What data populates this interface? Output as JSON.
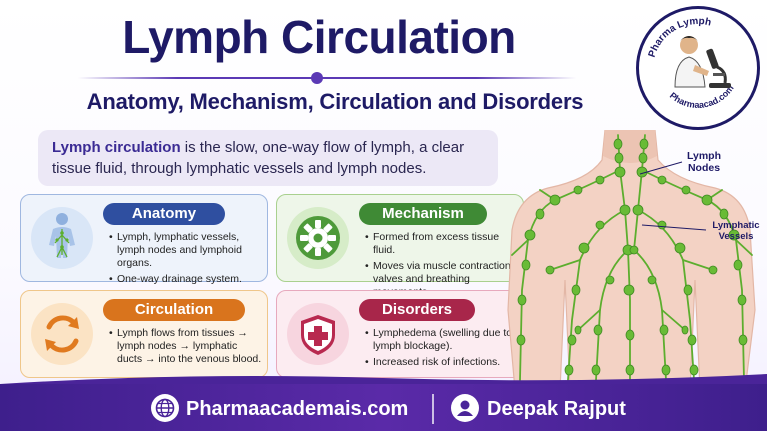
{
  "header": {
    "title": "Lymph Circulation",
    "subtitle": "Anatomy, Mechanism, Circulation and Disorders"
  },
  "logo": {
    "top_text": "Pharma Lymph",
    "bottom_text": "Pharmaacad.com"
  },
  "intro": {
    "lead": "Lymph circulation",
    "rest": " is the slow, one-way flow of lymph, a clear tissue fluid, through lymphatic vessels and lymph nodes."
  },
  "cards": [
    {
      "title": "Anatomy",
      "icon": "body-lymph-icon",
      "bullets": [
        "Lymph, lymphatic vessels, lymph nodes and lymphoid organs.",
        "One-way drainage system."
      ]
    },
    {
      "title": "Mechanism",
      "icon": "gear-icon",
      "bullets": [
        "Formed from excess tissue fluid.",
        "Moves via muscle contraction, valves and breathing movements."
      ]
    },
    {
      "title": "Circulation",
      "icon": "cycle-arrows-icon",
      "bullets": [
        "Lymph flows from tissues → lymph nodes → lymphatic ducts → into the venous blood."
      ]
    },
    {
      "title": "Disorders",
      "icon": "medical-shield-icon",
      "bullets": [
        "Lymphedema (swelling due to lymph blockage).",
        "Increased risk of infections."
      ]
    }
  ],
  "illustration": {
    "label_nodes": "Lymph Nodes",
    "label_vessels": "Lymphatic Vessels"
  },
  "footer": {
    "website": "Pharmaacademais.com",
    "author": "Deepak Rajput"
  },
  "colors": {
    "title": "#1e1a66",
    "anatomy": "#2f4fa0",
    "mechanism": "#3f8a35",
    "circulation": "#d9741d",
    "disorders": "#a8264a",
    "lymph_green": "#5cae2e",
    "footer": "#4a2499"
  }
}
